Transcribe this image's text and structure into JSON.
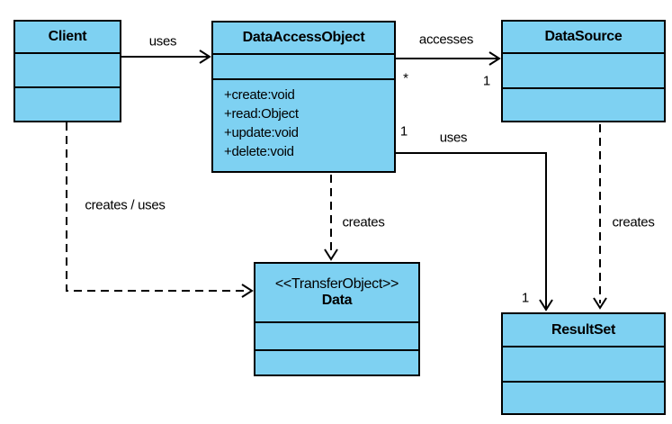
{
  "colors": {
    "node_fill": "#7ed1f2",
    "node_border": "#000000",
    "background": "#ffffff",
    "line": "#000000"
  },
  "classes": {
    "client": {
      "name": "Client"
    },
    "dao": {
      "name": "DataAccessObject",
      "methods": [
        "+create:void",
        "+read:Object",
        "+update:void",
        "+delete:void"
      ]
    },
    "datasource": {
      "name": "DataSource"
    },
    "data": {
      "stereotype": "<<TransferObject>>",
      "name": "Data"
    },
    "resultset": {
      "name": "ResultSet"
    }
  },
  "edges": {
    "client_dao": {
      "label": "uses"
    },
    "dao_ds": {
      "label": "accesses",
      "mult_near_dao": "*",
      "mult_near_datasource": "1"
    },
    "dao_rs": {
      "label": "uses",
      "mult_near_dao": "1",
      "mult_near_resultset": "1"
    },
    "dao_data": {
      "label": "creates"
    },
    "client_data": {
      "label": "creates / uses"
    },
    "ds_rs": {
      "label": "creates"
    }
  }
}
